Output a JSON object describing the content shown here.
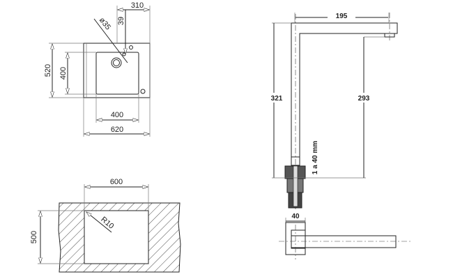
{
  "sink_plan": {
    "width_overall": "620",
    "width_bowl": "400",
    "depth_overall": "520",
    "depth_bowl": "400",
    "tap_offset": "310",
    "tap_hole_offset": "39",
    "tap_hole_diameter": "ø35"
  },
  "cutout": {
    "width": "600",
    "depth": "500",
    "corner_radius": "R10"
  },
  "faucet": {
    "reach": "195",
    "height": "321",
    "spout_height": "293",
    "worktop_thickness": "1 a 40 mm",
    "base_width": "40"
  }
}
